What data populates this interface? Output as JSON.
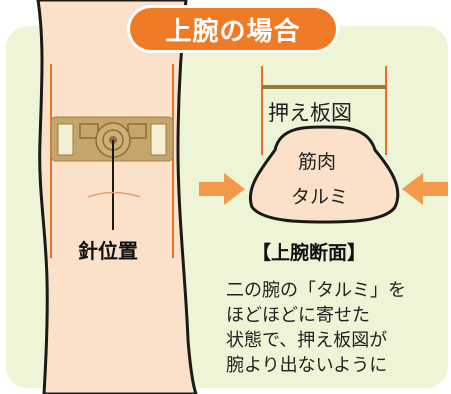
{
  "title": "上腕の場合",
  "labels": {
    "board": "押え板図",
    "muscle": "筋肉",
    "fat": "タルミ",
    "needle_position": "針位置"
  },
  "section_heading": "【上腕断面】",
  "note_lines": [
    "二の腕の「タルミ」を",
    "ほどほどに寄せた",
    "状態で、押え板図が",
    "腕より出ないように"
  ],
  "colors": {
    "background_panel": "#eef5d7",
    "accent_orange": "#ef7b26",
    "guide_line": "#e8702a",
    "skin": "#fbe1ca",
    "outline": "#1a1a1a",
    "board_bar": "#9b7b3c",
    "device_body": "#c6a56a"
  }
}
